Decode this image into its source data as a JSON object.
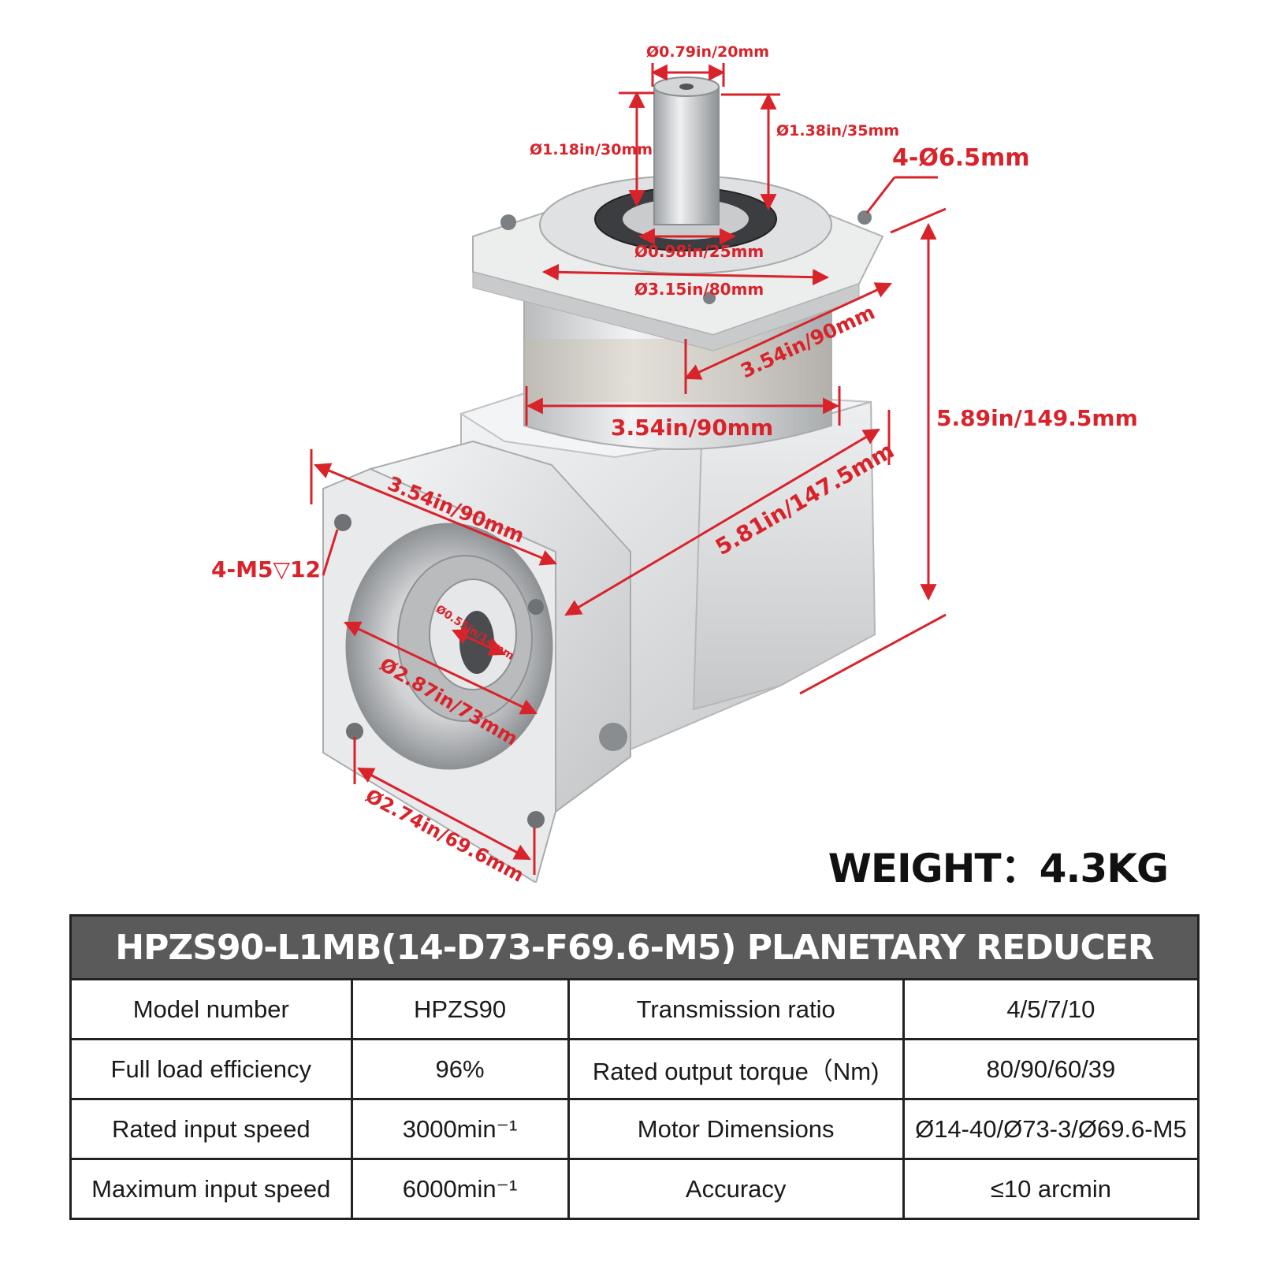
{
  "dimensions": {
    "shaft_diameter": "Ø0.79in/20mm",
    "shaft_length": "Ø1.18in/30mm",
    "boss_height": "Ø1.38in/35mm",
    "mounting_holes": "4-Ø6.5mm",
    "boss_diameter": "Ø0.98in/25mm",
    "pilot_diameter": "Ø3.15in/80mm",
    "flange_width": "3.54in/90mm",
    "housing_width": "3.54in/90mm",
    "total_height": "5.89in/149.5mm",
    "input_flange_width": "3.54in/90mm",
    "body_length": "5.81in/147.5mm",
    "input_threads": "4-M5▽12",
    "motor_shaft_bore": "Ø0.55in/14mm",
    "input_pilot": "Ø2.87in/73mm",
    "bolt_circle": "Ø2.74in/69.6mm"
  },
  "weight": "WEIGHT：4.3KG",
  "table": {
    "title": "HPZS90-L1MB(14-D73-F69.6-M5) PLANETARY REDUCER",
    "rows": [
      [
        "Model number",
        "HPZS90",
        "Transmission ratio",
        "4/5/7/10"
      ],
      [
        "Full load efficiency",
        "96%",
        "Rated output torque（Nm)",
        "80/90/60/39"
      ],
      [
        "Rated input speed",
        "3000min⁻¹",
        "Motor Dimensions",
        "Ø14-40/Ø73-3/Ø69.6-M5"
      ],
      [
        "Maximum input speed",
        "6000min⁻¹",
        "Accuracy",
        "≤10 arcmin"
      ]
    ]
  },
  "colors": {
    "dimension_red": "#d9232b",
    "table_header_bg": "#5a5a5a",
    "metal_light": "#e8e9ea",
    "metal_mid": "#c6c8ca",
    "metal_dark": "#9fa2a5"
  }
}
